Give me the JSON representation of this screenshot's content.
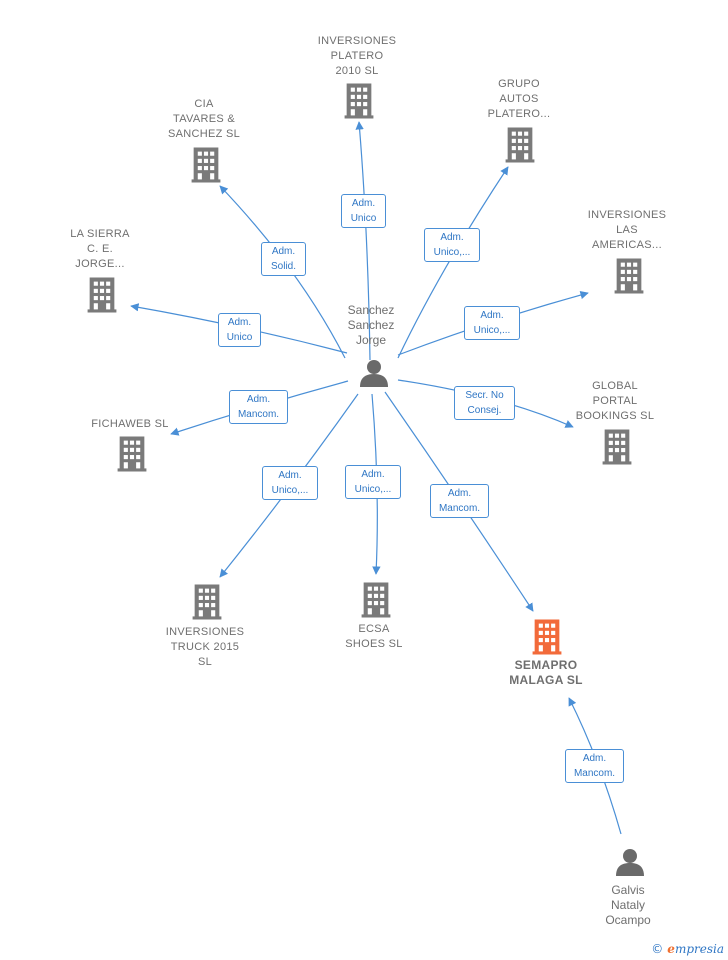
{
  "colors": {
    "edge": "#4a8fd6",
    "building": "#7a7a7a",
    "building_highlight": "#f26a3a",
    "person": "#6a6a6a"
  },
  "center_person": {
    "label": "Sanchez\nSanchez\nJorge",
    "icon": "person-icon"
  },
  "second_person": {
    "label": "Galvis\nNataly\nOcampo",
    "icon": "person-icon"
  },
  "companies": [
    {
      "id": "platero2010",
      "label": "INVERSIONES\nPLATERO\n2010 SL",
      "icon": "building-icon"
    },
    {
      "id": "grupo",
      "label": "GRUPO\nAUTOS\nPLATERO...",
      "icon": "building-icon"
    },
    {
      "id": "cia",
      "label": "CIA\nTAVARES &\nSANCHEZ SL",
      "icon": "building-icon"
    },
    {
      "id": "americas",
      "label": "INVERSIONES\nLAS\nAMERICAS...",
      "icon": "building-icon"
    },
    {
      "id": "sierra",
      "label": "LA SIERRA\nC.  E.\nJORGE...",
      "icon": "building-icon"
    },
    {
      "id": "global",
      "label": "GLOBAL\nPORTAL\nBOOKINGS   SL",
      "icon": "building-icon"
    },
    {
      "id": "fichaweb",
      "label": "FICHAWEB SL",
      "icon": "building-icon"
    },
    {
      "id": "truck",
      "label": "INVERSIONES\nTRUCK 2015\nSL",
      "icon": "building-icon"
    },
    {
      "id": "ecsa",
      "label": "ECSA\nSHOES SL",
      "icon": "building-icon"
    },
    {
      "id": "semapro",
      "label": "SEMAPRO\nMALAGA  SL",
      "icon": "building-icon",
      "highlight": true
    }
  ],
  "relations": [
    {
      "from": "center",
      "to": "platero2010",
      "label": "Adm.\nUnico"
    },
    {
      "from": "center",
      "to": "grupo",
      "label": "Adm.\nUnico,..."
    },
    {
      "from": "center",
      "to": "cia",
      "label": "Adm.\nSolid."
    },
    {
      "from": "center",
      "to": "americas",
      "label": "Adm.\nUnico,..."
    },
    {
      "from": "center",
      "to": "sierra",
      "label": "Adm.\nUnico"
    },
    {
      "from": "center",
      "to": "global",
      "label": "Secr.  No\nConsej."
    },
    {
      "from": "center",
      "to": "fichaweb",
      "label": "Adm.\nMancom."
    },
    {
      "from": "center",
      "to": "truck",
      "label": "Adm.\nUnico,..."
    },
    {
      "from": "center",
      "to": "ecsa",
      "label": "Adm.\nUnico,..."
    },
    {
      "from": "center",
      "to": "semapro",
      "label": "Adm.\nMancom."
    },
    {
      "from": "galvis",
      "to": "semapro",
      "label": "Adm.\nMancom."
    }
  ],
  "brand": {
    "copyright": "©",
    "initial": "e",
    "rest": "mpresia"
  }
}
